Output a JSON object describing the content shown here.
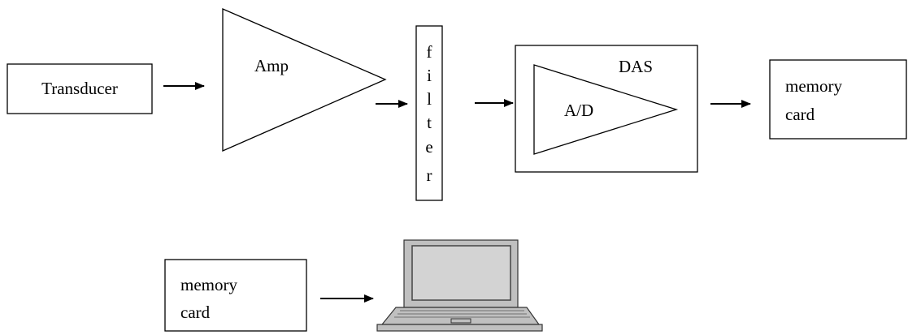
{
  "transducer": {
    "label": "Transducer"
  },
  "amplifier": {
    "label": "Amp"
  },
  "filter": {
    "letters": [
      "f",
      "i",
      "l",
      "t",
      "e",
      "r"
    ]
  },
  "das": {
    "label": "DAS",
    "converter_label": "A/D"
  },
  "memory_card_top": {
    "line1": "memory",
    "line2": "card"
  },
  "memory_card_bottom": {
    "line1": "memory",
    "line2": "card"
  },
  "laptop": {
    "icon": "laptop-icon",
    "body_color": "#c0c0c0",
    "screen_color": "#d3d3d3"
  }
}
